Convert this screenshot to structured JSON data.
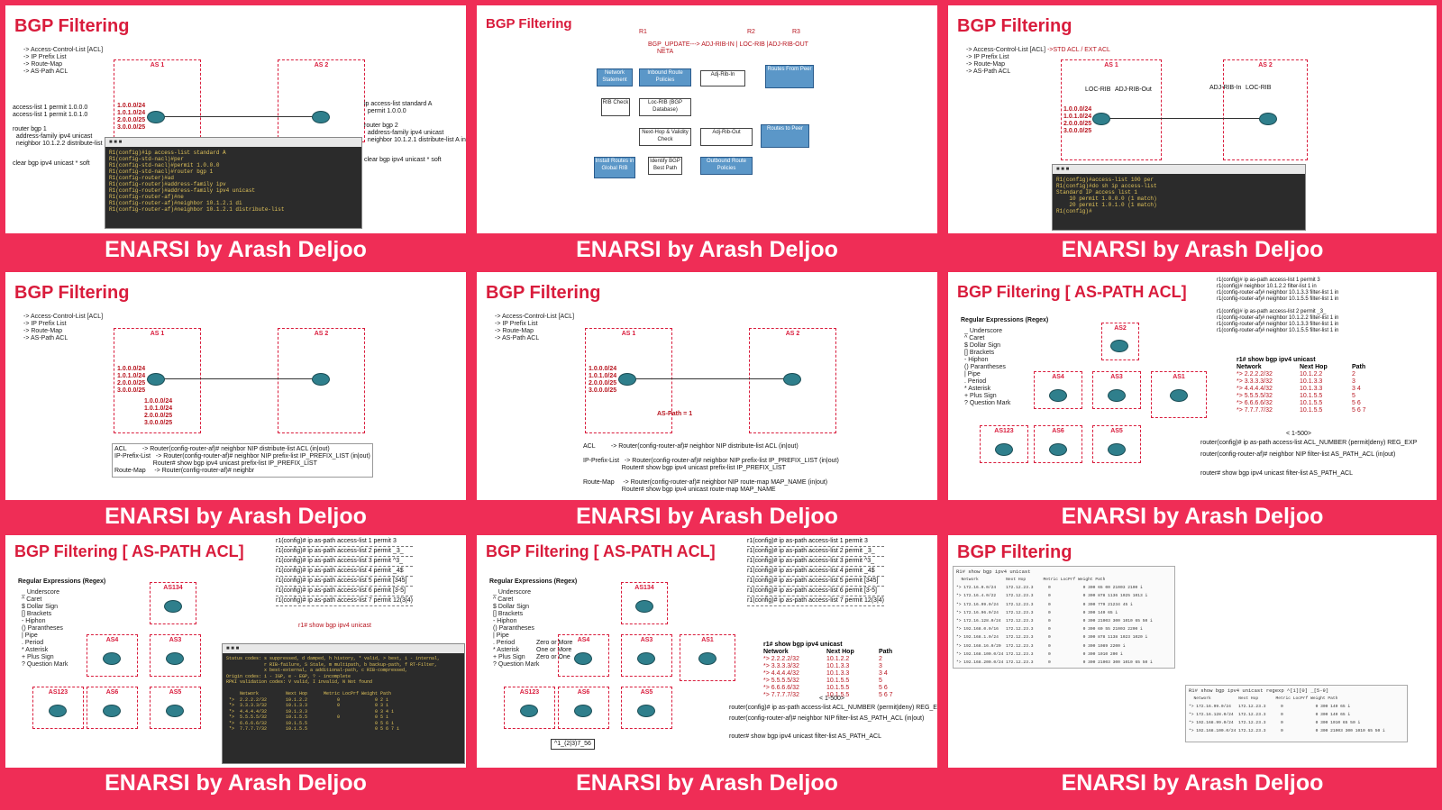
{
  "banner": "ENARSI by Arash Deljoo",
  "titles": {
    "bgp_filtering": "BGP Filtering",
    "bgp_filtering_aspath": "BGP Filtering  [ AS-PATH ACL]"
  },
  "menu": [
    "-> Access-Control-List [ACL]",
    "-> IP Prefix List",
    "-> Route-Map",
    "-> AS-Path ACL"
  ],
  "as_labels": {
    "as1": "AS 1",
    "as2": "AS 2"
  },
  "prefixes_r1": "1.0.0.0/24\n1.0.1.0/24\n2.0.0.0/25\n3.0.0.0/25",
  "slide1": {
    "left_notes": "access-list 1 permit 1.0.0.0\naccess-list 1 permit 1.0.1.0\n\nrouter bgp 1\n  address-family ipv4 unicast\n  neighbor 10.1.2.2 distribute-list 1 out",
    "left_clear": "clear bgp ipv4 unicast * soft",
    "right_notes": "ip access-list standard A\n  permit 1.0.0.0\n\nrouter bgp 2\n  address-family ipv4 unicast\n  neighbor 10.1.2.1 distribute-list A in",
    "right_clear": "clear bgp ipv4 unicast * soft",
    "terminal": "R1(config)#ip access-list standard A\nR1(config-std-nacl)#per\nR1(config-std-nacl)#permit 1.0.0.0\nR1(config-std-nacl)#router bgp 1\nR1(config-router)#ad\nR1(config-router)#address-family ipv\nR1(config-router)#address-family ipv4 unicast\nR1(config-router-af)#ne\nR1(config-router-af)#neighbor 10.1.2.1 di\nR1(config-router-af)#neighbor 10.1.2.1 distribute-list"
  },
  "slide2": {
    "top_labels": [
      "R1",
      "R2",
      "R3"
    ],
    "update_text": "BGP_UPDATE---> ADJ-RIB-IN | LOC-RIB |ADJ-RIB-OUT",
    "neta": "NETA",
    "boxes": {
      "network_statement": "Network Statement",
      "inbound_policies": "Inbound Route Policies",
      "adj_rib_in": "Adj-Rib-In",
      "routes_from_peer": "Routes From Peer",
      "rib_check": "RIB Check",
      "loc_rib": "Loc-RIB (BGP Database)",
      "next_hop": "Next-Hop & Validity Check",
      "adj_rib_out": "Adj-Rib-Out",
      "routes_to_peer": "Routes to Peer",
      "install_routes": "Install Routes in Global RIB",
      "identify_bgp": "Identify BGP Best Path",
      "outbound_policies": "Outbound Route Policies"
    }
  },
  "slide3": {
    "std_ext": "->STD ACL / EXT ACL",
    "loc_rib": "LOC-RIB",
    "adj_rib_out": "ADJ-RIB-Out",
    "adj_rib_in": "ADJ-RIB-In",
    "terminal": "R1(config)#access-list 100 per\nR1(config)#do sh ip access-list\nStandard IP access list 1\n    10 permit 1.0.0.0 (1 match)\n    20 permit 1.0.1.0 (1 match)\nR1(config)#"
  },
  "slide4": {
    "notes": "ACL         -> Router(config-router-af)# neighbor NIP distribute-list ACL (in|out)\nIP-Prefix-List   -> Router(config-router-af)# neighbor NIP prefix-list IP_PREFIX_LIST (in|out)\n                      Router# show bgp ipv4 unicast prefix-list IP_PREFIX_LIST\nRoute-Map     -> Router(config-router-af)# neighbr"
  },
  "slide5": {
    "aspath_note": "AS-Path = 1",
    "notes": "ACL         -> Router(config-router-af)# neighbor NIP distribute-list ACL (in|out)\n\nIP-Prefix-List   -> Router(config-router-af)# neighbor NIP prefix-list IP_PREFIX_LIST (in|out)\n                      Router# show bgp ipv4 unicast prefix-list IP_PREFIX_LIST\n\nRoute-Map     -> Router(config-router-af)# neighbor NIP route-map MAP_NAME (in|out)\n                      Router# show bgp ipv4 unicast route-map MAP_NAME"
  },
  "regex": {
    "heading": "Regular Expressions (Regex)",
    "items": [
      "_  Underscore",
      "^  Caret",
      "$  Dollar Sign",
      "[]  Brackets",
      "-  Hiphon",
      "()  Parantheses",
      "|  Pipe",
      ".  Period",
      "*  Asterisk",
      "+  Plus Sign",
      "?  Question Mark"
    ]
  },
  "aspath_cmds": [
    "r1(config)# ip as-path access-list 1 permit 3",
    "r1(config)# ip as-path access-list 2 permit _3_",
    "r1(config)# ip as-path access-list 3 permit ^3_",
    "r1(config)# ip as-path access-list 4 permit _4$",
    "r1(config)# ip as-path access-list 5 permit [345]",
    "r1(config)# ip as-path access-list 6 permit [3-5]",
    "r1(config)# ip as-path access-list 7 permit 12(3|4)"
  ],
  "bgp_table": {
    "caption": "r1# show bgp ipv4 unicast",
    "headers": [
      "Network",
      "Next Hop",
      "Path"
    ],
    "rows": [
      [
        "*>  2.2.2.2/32",
        "10.1.2.2",
        "2"
      ],
      [
        "*>  3.3.3.3/32",
        "10.1.3.3",
        "3"
      ],
      [
        "*>  4.4.4.4/32",
        "10.1.3.3",
        "3 4"
      ],
      [
        "*>  5.5.5.5/32",
        "10.1.5.5",
        "5"
      ],
      [
        "*>  6.6.6.6/32",
        "10.1.5.5",
        "5 6"
      ],
      [
        "*>  7.7.7.7/32",
        "10.1.5.5",
        "5 6 7"
      ]
    ]
  },
  "slide6": {
    "filter_cmds": "r1(config)# ip as-path access-list 1 permit 3\nr1(config)# neighbor 10.1.2.2 filter-list 1 in\nr1(config-router-af)# neighbor 10.1.3.3 filter-list 1 in\nr1(config-router-af)# neighbor 10.1.5.5 filter-list 1 in\n\nr1(config)# ip as-path access-list 2 permit _3_\nr1(config-router-af)# neighbor 10.1.2.2 filter-list 1 in\nr1(config-router-af)# neighbor 10.1.3.3 filter-list 1 in\nr1(config-router-af)# neighbor 10.1.5.5 filter-list 1 in",
    "range": "< 1-500>",
    "syntax1": "router(config)# ip as-path access-list ACL_NUMBER (permit|deny) REG_EXP",
    "syntax2": "router(config-router-af)# neighbor NIP filter-list AS_PATH_ACL (in|out)",
    "syntax3": "router# show bgp ipv4 unicast filter-list AS_PATH_ACL"
  },
  "as_names": {
    "as1": "AS1",
    "as2": "AS2",
    "as3": "AS3",
    "as4": "AS4",
    "as5": "AS5",
    "as6": "AS6",
    "as123": "AS123",
    "as134": "AS134"
  },
  "slide7": {
    "terminal": "Status codes: s suppressed, d damped, h history, * valid, > best, i - internal,\n              r RIB-failure, S Stale, m multipath, b backup-path, f RT-Filter,\n              x best-external, a additional-path, c RIB-compressed,\nOrigin codes: i - IGP, e - EGP, ? - incomplete\nRPKI validation codes: V valid, I invalid, N Not found\n\n     Network          Next Hop      Metric LocPrf Weight Path\n *>  2.2.2.2/32       10.1.2.2           0             0 2 i\n *>  3.3.3.3/32       10.1.3.3           0             0 3 i\n *>  4.4.4.4/32       10.1.3.3                         0 3 4 i\n *>  5.5.5.5/32       10.1.5.5           0             0 5 i\n *>  6.6.6.6/32       10.1.5.5                         0 5 6 i\n *>  7.7.7.7/32       10.1.5.5                         0 5 6 7 i"
  },
  "slide8": {
    "regex_extra": "Zero or More\nOne or More\nZero or One",
    "example": "^1_(2|3)7_56"
  },
  "slide9": {
    "top_cmd": "R1# show bgp ipv4 unicast",
    "top_table": "  Network           Next Hop       Metric LocPrf Weight Path\n*> 172.16.0.0/24    172.12.23.3      0             0 300 65 00 21003 2100 i\n*> 172.16.4.0/22    172.12.23.3      0             0 300 878 1136 1025 1013 i\n*> 172.16.99.0/24   172.12.23.3      0             0 300 779 21234 45 i\n*> 172.16.96.0/24   172.12.23.3      0             0 300 140 65 i\n*> 172.16.128.0/24  172.12.23.3      0             0 300 21003 300 1010 65 50 i\n*> 192.168.0.0/16   172.12.23.3      0             0 300 60 55 21003 2200 i\n*> 192.168.1.0/24   172.12.23.3      0             0 300 878 1138 1023 1020 i\n*> 192.168.16.0/20  172.12.23.3      0             0 300 1089 2200 i\n*> 192.168.100.0/24 172.12.23.3      0             0 300 1010 200 i\n*> 192.168.200.0/24 172.12.23.3      0             0 300 21003 300 1010 65 50 i",
    "bottom_cmd": "R1# show bgp ipv4 unicast regexp ^[1][0] _[5-9]",
    "bottom_table": "  Network           Next Hop       Metric LocPrf Weight Path\n*> 172.16.99.0/24   172.12.23.3      0             0 300 140 65 i\n*> 172.16.128.0/24  172.12.23.3      0             0 300 140 65 i\n*> 192.168.99.0/24  172.12.23.3      0             0 300 1010 65 50 i\n*> 192.168.100.0/24 172.12.23.3      0             0 300 21003 300 1010 65 50 i"
  }
}
